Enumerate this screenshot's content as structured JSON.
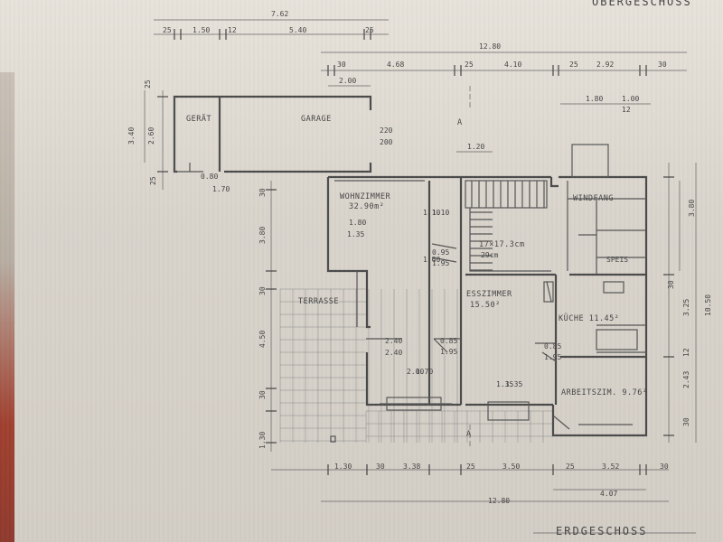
{
  "sheet": {
    "top_heading": "OBERGESCHOSS",
    "bottom_heading": "ERDGESCHOSS"
  },
  "rooms": {
    "geraet": "GERÄT",
    "garage": "GARAGE",
    "wohnzimmer": "WOHNZIMMER",
    "wohnzimmer_area": "32.90m²",
    "terrasse": "TERRASSE",
    "esszimmer": "ESSZIMMER",
    "esszimmer_area": "15.50²",
    "kueche": "KÜCHE 11.45²",
    "arbeitszimmer": "ARBEITSZIM. 9.76²",
    "windfang": "WINDFANG",
    "speis": "SPEIS",
    "stairs_spec": "17×17.3cm",
    "stairs_unit": "29cm",
    "section_mark": "A"
  },
  "dimensions": {
    "garage_top": [
      "7.62",
      "25",
      "1.50",
      "12",
      "5.40",
      "25"
    ],
    "house_top": [
      "12.80",
      "30",
      "4.68",
      "25",
      "4.10",
      "25",
      "2.92",
      "30"
    ],
    "top_minor": [
      "2.00",
      "1.80",
      "1.00",
      "12",
      "1.20"
    ],
    "garage_side": [
      "3.40",
      "2.60",
      "25",
      "25"
    ],
    "garage_inner": [
      "220",
      "200",
      "0.80",
      "1.70"
    ],
    "left_chain": [
      "30",
      "3.80",
      "30",
      "4.50",
      "30",
      "1.30"
    ],
    "living": [
      "1.80",
      "1.35",
      "1.10",
      "1.10",
      "1.60",
      "0.95",
      "1.95",
      "2.40",
      "2.40",
      "2.00",
      "1.70"
    ],
    "openings": [
      "0.85",
      "1.95",
      "1.35",
      "1.35",
      "0.85",
      "1.95"
    ],
    "right_chain": [
      "3.80",
      "10.50",
      "30",
      "3.25",
      "12",
      "2.43",
      "30"
    ],
    "bottom_chain": [
      "1.30",
      "30",
      "3.38",
      "25",
      "3.50",
      "25",
      "3.52",
      "30"
    ],
    "bottom_total": [
      "12.80",
      "4.07"
    ]
  }
}
